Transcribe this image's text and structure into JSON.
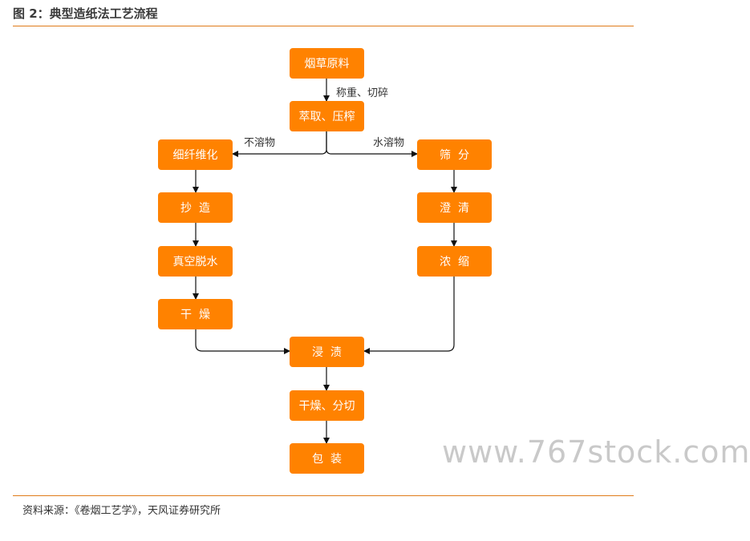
{
  "figure": {
    "title": "图 2：典型造纸法工艺流程",
    "source": "资料来源：《卷烟工艺学》，天风证券研究所",
    "watermark": "www.767stock.com"
  },
  "colors": {
    "node_fill": "#ff8200",
    "rule": "#e07b1a",
    "text": "#333333"
  },
  "nodes": {
    "raw": "烟草原料",
    "extract": "萃取、压榨",
    "fiber": "细纤维化",
    "papermaking": "抄  造",
    "vacuum": "真空脱水",
    "dry1": "干  燥",
    "sieve": "筛  分",
    "clarify": "澄  清",
    "concentrate": "浓  缩",
    "soak": "浸  渍",
    "drycut": "干燥、分切",
    "pack": "包  装"
  },
  "edges": {
    "weigh_cut": "称重、切碎",
    "insoluble": "不溶物",
    "soluble": "水溶物"
  }
}
